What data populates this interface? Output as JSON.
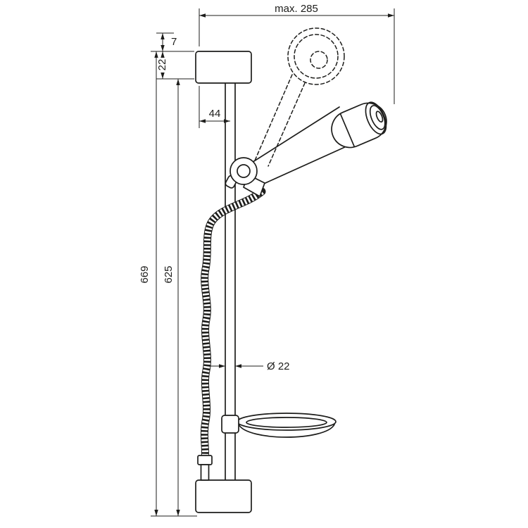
{
  "meta": {
    "type": "technical-drawing",
    "subject": "Shower set: wall bar with hand shower, slider holder, flexible hose and soap dish, dimensioned"
  },
  "colors": {
    "line": "#1d1d1b",
    "background": "#ffffff"
  },
  "dimensions": {
    "overall_width": "max. 285",
    "top_offset": "7",
    "bracket_height": "22",
    "holder_depth": "44",
    "bar_length_total": "669",
    "bar_length_inner": "625",
    "bar_diameter": "Ø 22"
  }
}
